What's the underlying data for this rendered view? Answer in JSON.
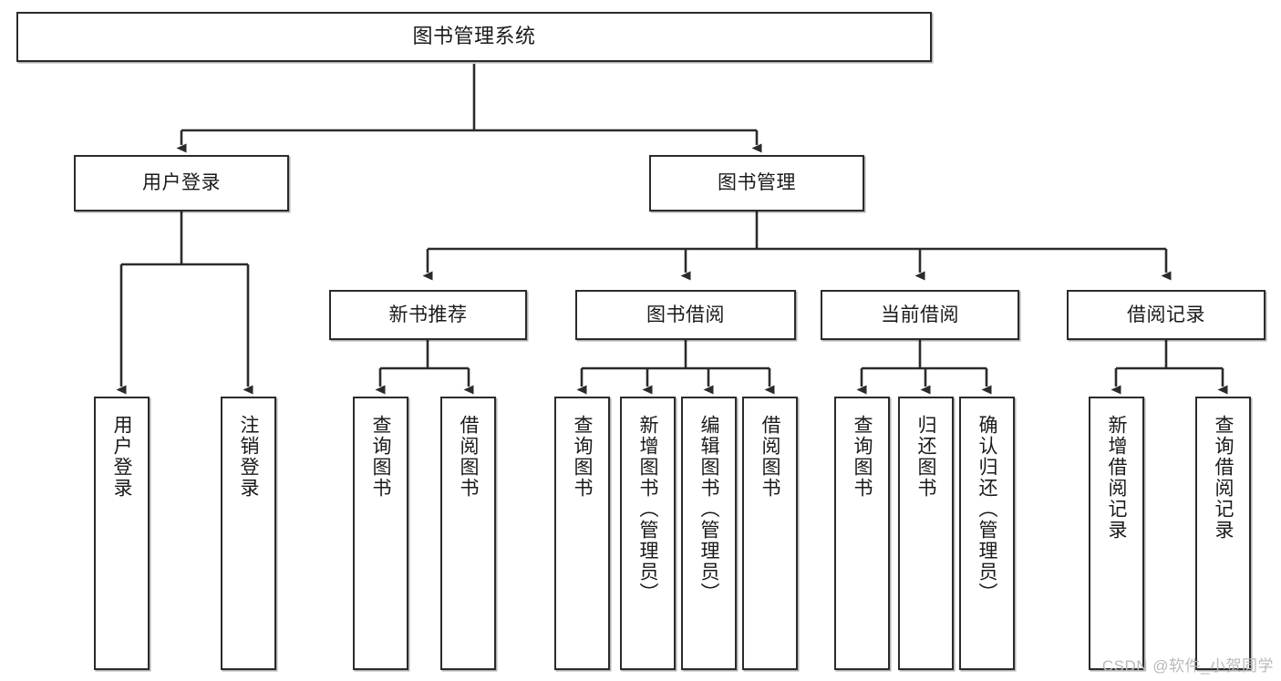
{
  "diagram": {
    "title": "图书管理系统",
    "type": "tree-hierarchy",
    "watermark": "CSDN @软件_小贺同学",
    "colors": {
      "stroke": "#2b2b2b",
      "fill": "#ffffff",
      "text": "#1a1a1a",
      "watermark": "#b9b9b9",
      "background": "#ffffff"
    },
    "nodes": {
      "root": {
        "label": "图书管理系统"
      },
      "level2": [
        {
          "id": "user-login",
          "label": "用户登录"
        },
        {
          "id": "book-management",
          "label": "图书管理"
        }
      ],
      "level3": [
        {
          "id": "new-book-recommend",
          "label": "新书推荐"
        },
        {
          "id": "book-borrow",
          "label": "图书借阅"
        },
        {
          "id": "current-borrow",
          "label": "当前借阅"
        },
        {
          "id": "borrow-record",
          "label": "借阅记录"
        }
      ],
      "leaves": {
        "user-login": [
          {
            "id": "leaf-user-login",
            "label": "用户登录"
          },
          {
            "id": "leaf-logout",
            "label": "注销登录"
          }
        ],
        "new-book-recommend": [
          {
            "id": "leaf-query-book-1",
            "label": "查询图书"
          },
          {
            "id": "leaf-borrow-book-1",
            "label": "借阅图书"
          }
        ],
        "book-borrow": [
          {
            "id": "leaf-query-book-2",
            "label": "查询图书"
          },
          {
            "id": "leaf-add-book",
            "label": "新增图书（管理员）"
          },
          {
            "id": "leaf-edit-book",
            "label": "编辑图书（管理员）"
          },
          {
            "id": "leaf-borrow-book-2",
            "label": "借阅图书"
          }
        ],
        "current-borrow": [
          {
            "id": "leaf-query-book-3",
            "label": "查询图书"
          },
          {
            "id": "leaf-return-book",
            "label": "归还图书"
          },
          {
            "id": "leaf-confirm-return",
            "label": "确认归还（管理员）"
          }
        ],
        "borrow-record": [
          {
            "id": "leaf-add-record",
            "label": "新增借阅记录"
          },
          {
            "id": "leaf-query-record",
            "label": "查询借阅记录"
          }
        ]
      }
    }
  }
}
